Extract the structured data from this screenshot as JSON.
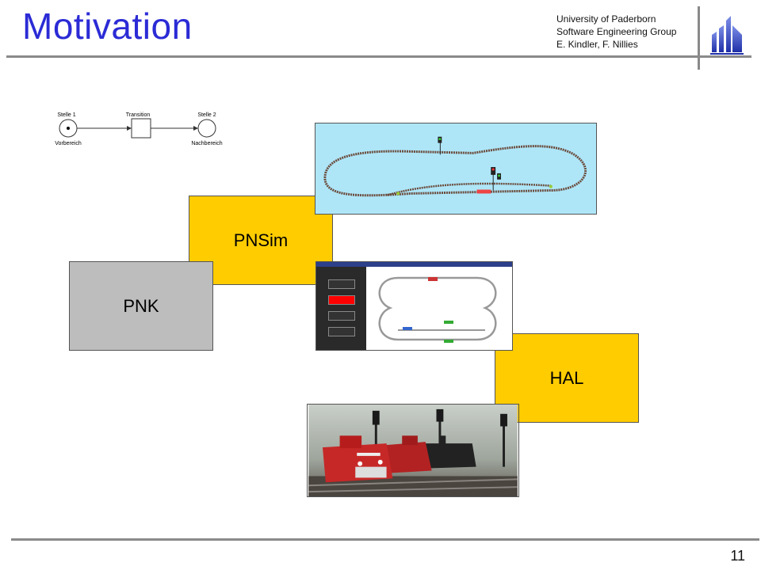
{
  "slide": {
    "title": "Motivation",
    "university": [
      "University of Paderborn",
      "Software Engineering Group",
      "E. Kindler, F. Nillies"
    ],
    "page_number": "11"
  },
  "petri_net": {
    "place1_label": "Stelle 1",
    "transition_label": "Transition",
    "place2_label": "Stelle 2",
    "pre_label": "Vorbereich",
    "post_label": "Nachbereich"
  },
  "boxes": {
    "pnsim": "PNSim",
    "pnk": "PNK",
    "hal": "HAL"
  },
  "colors": {
    "title": "#2b2bd6",
    "box_yellow": "#ffcc00",
    "box_gray": "#bdbdbd",
    "track_bg": "#aee6f8"
  }
}
